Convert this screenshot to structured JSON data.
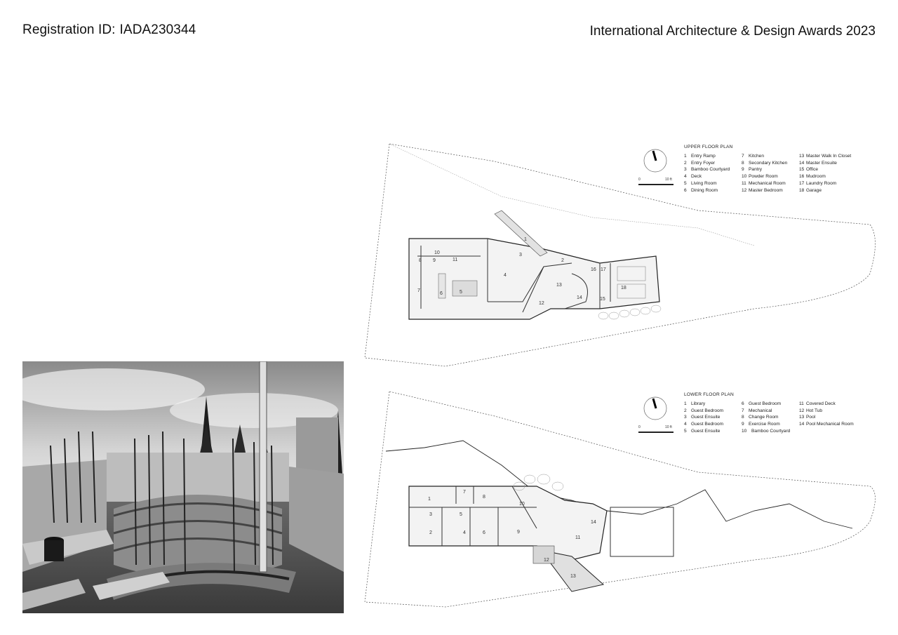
{
  "header": {
    "registration_label": "Registration ID:",
    "registration_id": "IADA230344",
    "award_title": "International Architecture & Design Awards 2023"
  },
  "upper_plan": {
    "title": "UPPER FLOOR PLAN",
    "scale": {
      "start": "0",
      "end": "10 ft"
    },
    "rooms": [
      [
        "1",
        "Entry Ramp"
      ],
      [
        "2",
        "Entry Foyer"
      ],
      [
        "3",
        "Bamboo Courtyard"
      ],
      [
        "4",
        "Deck"
      ],
      [
        "5",
        "Living Room"
      ],
      [
        "6",
        "Dining Room"
      ],
      [
        "7",
        "Kitchen"
      ],
      [
        "8",
        "Secondary Kitchen"
      ],
      [
        "9",
        "Pantry"
      ],
      [
        "10",
        "Powder Room"
      ],
      [
        "11",
        "Mechanical Room"
      ],
      [
        "12",
        "Master Bedroom"
      ],
      [
        "13",
        "Master Walk In Closet"
      ],
      [
        "14",
        "Master Ensuite"
      ],
      [
        "15",
        "Office"
      ],
      [
        "16",
        "Mudroom"
      ],
      [
        "17",
        "Laundry Room"
      ],
      [
        "18",
        "Garage"
      ]
    ]
  },
  "lower_plan": {
    "title": "LOWER FLOOR PLAN",
    "scale": {
      "start": "0",
      "end": "10 ft"
    },
    "rooms": [
      [
        "1",
        "Library"
      ],
      [
        "2",
        "Guest Bedroom"
      ],
      [
        "3",
        "Guest Ensuite"
      ],
      [
        "4",
        "Guest Bedroom"
      ],
      [
        "5",
        "Guest Ensuite"
      ],
      [
        "6",
        "Guest Bedroom"
      ],
      [
        "7",
        "Mechanical"
      ],
      [
        "8",
        "Change Room"
      ],
      [
        "9",
        "Exercise Room"
      ],
      [
        "10",
        "Bamboo Courtyard"
      ],
      [
        "11",
        "Covered Deck"
      ],
      [
        "12",
        "Hot Tub"
      ],
      [
        "13",
        "Pool"
      ],
      [
        "14",
        "Pool Mechanical Room"
      ]
    ]
  }
}
